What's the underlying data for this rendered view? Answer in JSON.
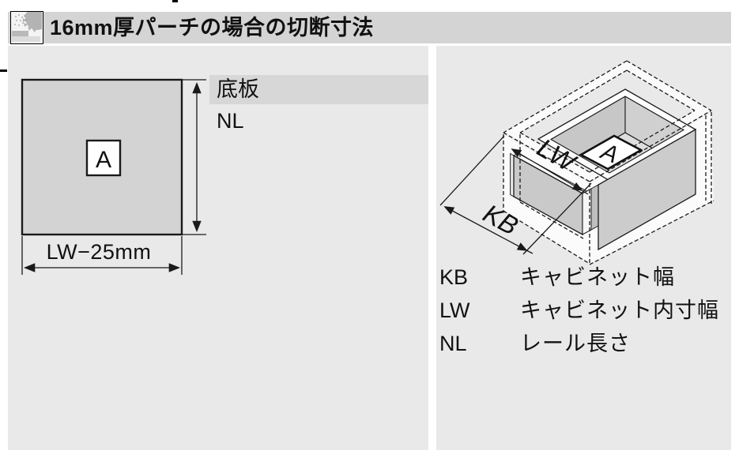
{
  "header": {
    "title": "16mm厚パーチの場合の切断寸法",
    "icon": "saw-cut-icon"
  },
  "left_diagram": {
    "panel_label": "A",
    "width_dimension": "LW−25mm",
    "callout_title": "底板",
    "callout_value": "NL"
  },
  "right_diagram": {
    "panel_label": "A",
    "width_dim": "LW",
    "cabinet_dim": "KB"
  },
  "legend": {
    "items": [
      {
        "key": "KB",
        "label": "キャビネット幅"
      },
      {
        "key": "LW",
        "label": "キャビネット内寸幅"
      },
      {
        "key": "NL",
        "label": "レール長さ"
      }
    ]
  },
  "colors": {
    "panel_background": "#e9e9e9",
    "header_bar": "#d4d4d4",
    "callout_bar": "#d7d7d7",
    "board_fill": "#d3d3d3",
    "line": "#1a1a1a"
  }
}
